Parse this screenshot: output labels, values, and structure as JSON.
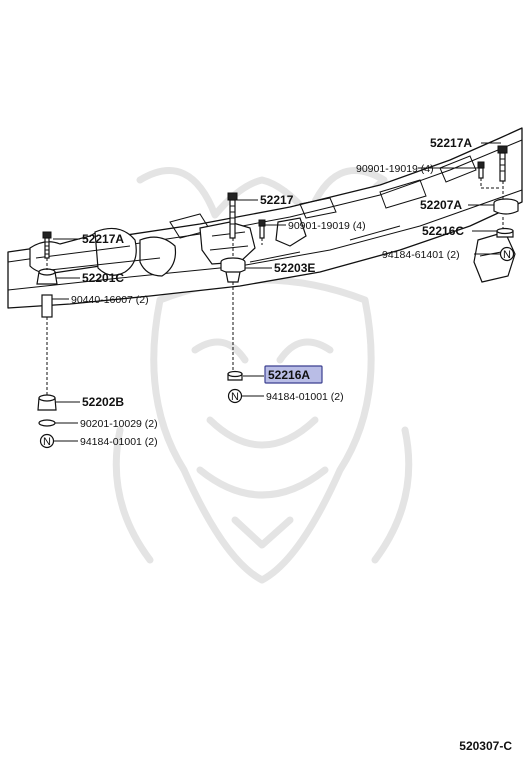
{
  "diagram_code": "520307-C",
  "highlight_color": "#b9bde6",
  "parts": [
    {
      "id": "p1",
      "label": "52217A"
    },
    {
      "id": "p2",
      "label": "90901-19019 (4)"
    },
    {
      "id": "p3",
      "label": "52207A"
    },
    {
      "id": "p4",
      "label": "52217"
    },
    {
      "id": "p5",
      "label": "90901-19019 (4)"
    },
    {
      "id": "p6",
      "label": "52217A"
    },
    {
      "id": "p7",
      "label": "52203E"
    },
    {
      "id": "p8",
      "label": "52201C"
    },
    {
      "id": "p9",
      "label": "90440-16007 (2)"
    },
    {
      "id": "p10",
      "label": "52216C"
    },
    {
      "id": "p11",
      "label": "94184-61401 (2)"
    },
    {
      "id": "p12",
      "label": "52216A",
      "highlighted": true
    },
    {
      "id": "p13",
      "label": "94184-01001 (2)"
    },
    {
      "id": "p14",
      "label": "52202B"
    },
    {
      "id": "p15",
      "label": "90201-10029 (2)"
    },
    {
      "id": "p16",
      "label": "94184-01001 (2)"
    }
  ],
  "nut_symbol": "N"
}
